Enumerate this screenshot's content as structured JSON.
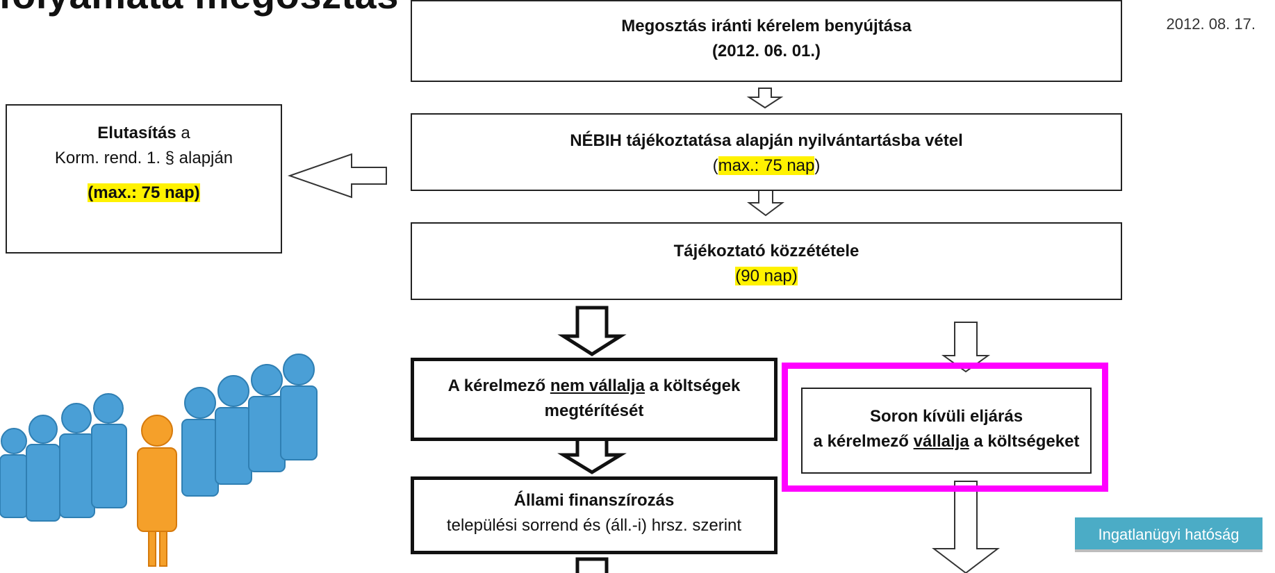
{
  "page": {
    "title_partial": "folyamata megosztás iránti kérelmek",
    "date": "2012. 08. 17."
  },
  "boxes": {
    "submission": {
      "line1": "Megosztás iránti kérelem benyújtása",
      "line2": "(2012. 06. 01.)"
    },
    "rejection": {
      "bold": "Elutasítás",
      "after_bold": " a",
      "line2": "Korm. rend. 1. § alapján",
      "line3": "(max.: 75 nap)"
    },
    "registration": {
      "line1": "NÉBIH tájékoztatása alapján nyilvántartásba vétel",
      "line2": "max.: 75 nap",
      "line2_paren": ")"
    },
    "publication": {
      "line1": "Tájékoztató közzététele",
      "line2": "(90 nap)"
    },
    "no_cost": {
      "part1": "A kérelmező ",
      "underlined": "nem vállalja",
      "part2": " a költségek",
      "line2": "megtérítését"
    },
    "extraordinary": {
      "line1": "Soron kívüli eljárás",
      "part1": "a kérelmező ",
      "underlined": "vállalja",
      "part2": " a költségeket"
    },
    "state_funding": {
      "line1": "Állami finanszírozás",
      "line2": "települési sorrend és (áll.-i) hrsz. szerint"
    }
  },
  "badge": {
    "label": "Ingatlanügyi hatóság"
  },
  "colors": {
    "highlight": "#fff200",
    "frame": "#ff00ff",
    "badge": "#4bacc6",
    "figure_blue": "#4a9fd6",
    "figure_orange": "#f5a02a"
  },
  "icons": {
    "people": "people-crowd-illustration"
  }
}
